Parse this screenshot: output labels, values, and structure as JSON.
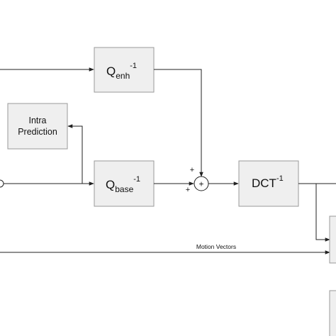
{
  "blocks": {
    "q_enh": {
      "main": "Q",
      "sub": "enh",
      "sup": "-1"
    },
    "intra": {
      "line1": "Intra",
      "line2": "Prediction"
    },
    "q_base": {
      "main": "Q",
      "sub": "base",
      "sup": "-1"
    },
    "dct_inv": {
      "main": "DCT",
      "sup": "-1"
    }
  },
  "adder": {
    "symbol": "+",
    "sign_top": "+",
    "sign_left": "+"
  },
  "signals": {
    "motion_vectors": "Motion Vectors"
  }
}
